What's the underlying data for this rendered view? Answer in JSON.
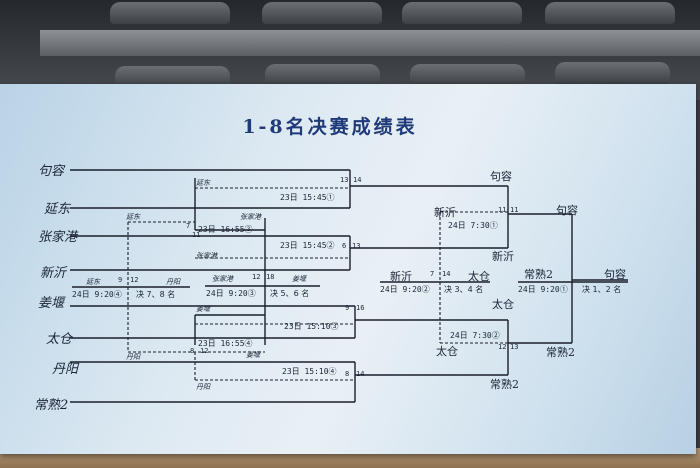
{
  "title": "1-8名决赛成绩表",
  "teams": [
    "句容",
    "延东",
    "张家港",
    "新沂",
    "姜堰",
    "太仓",
    "丹阳",
    "常熟2"
  ],
  "match_times": {
    "r1_a": "23日 15:45①",
    "r1_b": "23日 15:45②",
    "r1_c": "23日 15:10③",
    "r1_d": "23日 15:10④",
    "semi_a": "24日 7:30①",
    "semi_b": "24日 7:30②",
    "cons_a": "23日 16:55③",
    "cons_b": "23日 16:55④",
    "p78": "24日 9:20④",
    "p56": "24日 9:20③",
    "p34": "24日 9:20②",
    "p12": "24日 9:20①"
  },
  "placement_labels": {
    "p78": "决 7、8 名",
    "p56": "决 5、6 名",
    "p34": "决 3、4 名",
    "p12": "决 1、2 名"
  },
  "scores": {
    "r1_a_top": "13",
    "r1_a_bot": "14",
    "r1_b_top": "6",
    "r1_b_bot": "13",
    "r1_c_top": "9",
    "r1_c_bot": "16",
    "r1_d_top": "8",
    "r1_d_bot": "14",
    "semi_a_top": "11",
    "semi_a_bot": "11",
    "semi_b_top": "12",
    "semi_b_bot": "13",
    "cons_a_top": "7",
    "cons_a_bot": "11",
    "cons_b_top": "8",
    "cons_b_bot": "12",
    "p78_top": "9",
    "p78_bot": "12",
    "p56_top": "12",
    "p56_bot": "18",
    "p34_top": "7",
    "p34_bot": "14"
  },
  "written": {
    "r1_a_winner": "句容",
    "r1_b_winner": "新沂",
    "r1_c_winner": "太仓",
    "r1_d_winner": "常熟2",
    "semi_a_top_name": "新沂",
    "semi_b_bot_name": "太仓",
    "final_winner": "句容",
    "final_runner": "常熟2",
    "cons_a_top": "延东",
    "cons_a_top2": "张家港",
    "cons_a_bot": "张家港",
    "cons_b_top": "姜堰",
    "cons_b_bot": "姜堰",
    "left_col_top": "延东",
    "left_col_bot": "丹阳",
    "p78_a": "延东",
    "p78_b": "丹阳",
    "p56_a": "张家港",
    "p56_b": "姜堰",
    "p34_a": "新沂",
    "p34_b": "太仓",
    "p12_a": "常熟2",
    "p12_b": "句容",
    "r1_d_low": "丹阳",
    "cons_left_low": "丹阳",
    "semi_b_right_low": "常熟2"
  }
}
